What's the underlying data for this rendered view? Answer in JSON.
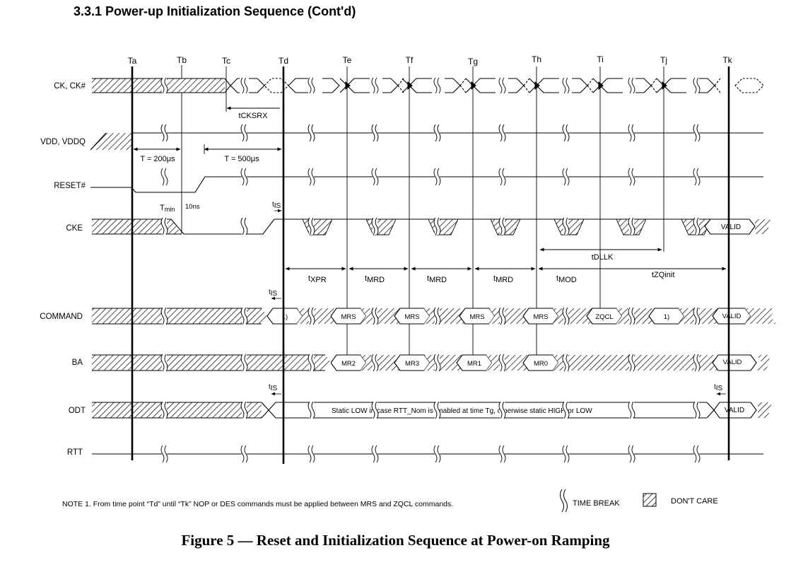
{
  "section_heading": "3.3.1  Power-up Initialization Sequence (Cont'd)",
  "caption": "Figure 5 — Reset and Initialization Sequence at Power-on Ramping",
  "time_points": [
    "Ta",
    "Tb",
    "Tc",
    "Td",
    "Te",
    "Tf",
    "Tg",
    "Th",
    "Ti",
    "Tj",
    "Tk"
  ],
  "signals": [
    "CK, CK#",
    "VDD, VDDQ",
    "RESET#",
    "CKE",
    "COMMAND",
    "BA",
    "ODT",
    "RTT"
  ],
  "timing_labels": {
    "tcksrx": "tCKSRX",
    "t200": "T = 200μs",
    "t500": "T = 500μs",
    "tmin": "T",
    "tmin_sub": "min",
    "t10ns": "10ns",
    "tis_t": "t",
    "tis_sub": "IS",
    "txpr_t": "t",
    "txpr_sub": "XPR",
    "tmrd_t": "t",
    "tmrd_sub": "MRD",
    "tmod_t": "t",
    "tmod_sub": "MOD",
    "tdllk": "tDLLK",
    "tzqinit": "tZQinit"
  },
  "command_cells": [
    "1)",
    "MRS",
    "MRS",
    "MRS",
    "MRS",
    "ZQCL",
    "1)",
    "VALID"
  ],
  "ba_cells": [
    "MR2",
    "MR3",
    "MR1",
    "MR0",
    "VALID"
  ],
  "cke_valid": "VALID",
  "odt_note": "Static LOW in case RTT_Nom is enabled at time Tg, otherwise static HIGH or LOW",
  "odt_valid": "VALID",
  "note": "NOTE 1.  From time point “Td” until “Tk” NOP or DES commands must be applied between MRS and ZQCL commands.",
  "legend": {
    "time_break": "TIME BREAK",
    "dont_care": "DON'T CARE"
  }
}
